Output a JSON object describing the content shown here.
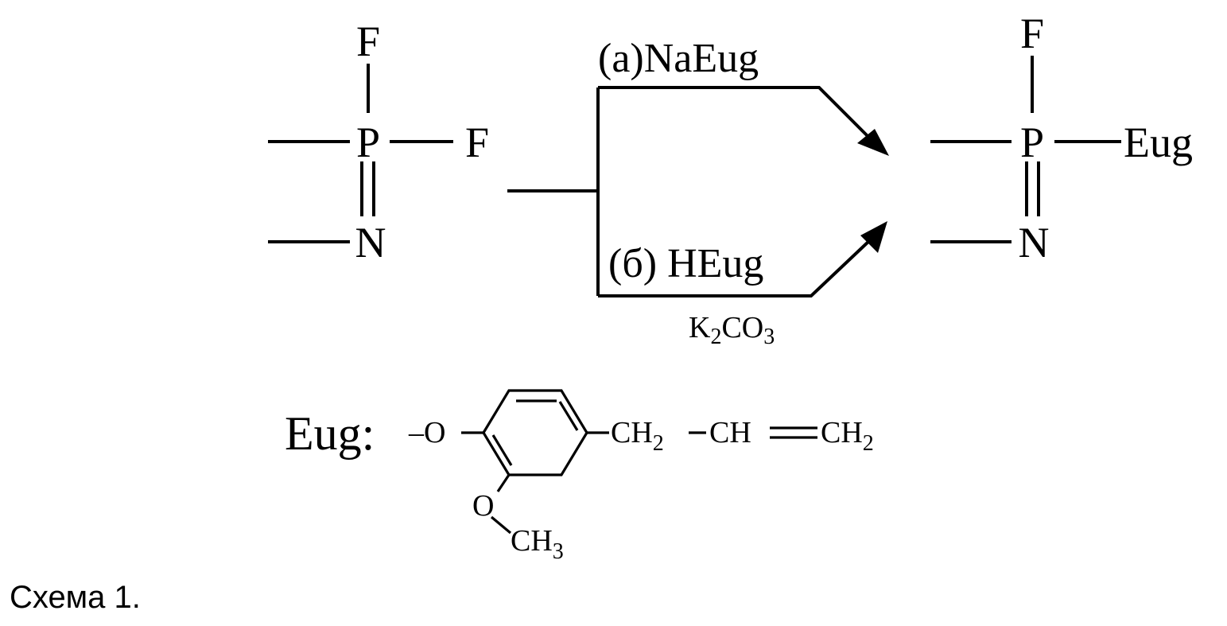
{
  "reactant": {
    "top_atom": "F",
    "center_atom": "P",
    "right_atom": "F",
    "bottom_atom": "N"
  },
  "product": {
    "top_atom": "F",
    "center_atom": "P",
    "right_group": "Eug",
    "bottom_atom": "N"
  },
  "conditions": {
    "route_a": "(a)NaEug",
    "route_b": "(б) HEug",
    "route_b_reagent": {
      "k": "K",
      "k_sub": "2",
      "co": "CO",
      "co_sub": "3"
    }
  },
  "eugenol": {
    "label": "Eug:",
    "oxygen_left": "–O",
    "ch2_a": "CH",
    "ch2_a_sub": "2",
    "ch": "CH",
    "ch2_b": "CH",
    "ch2_b_sub": "2",
    "methoxy_o": "O",
    "methyl": "CH",
    "methyl_sub": "3"
  },
  "caption": "Схема 1."
}
